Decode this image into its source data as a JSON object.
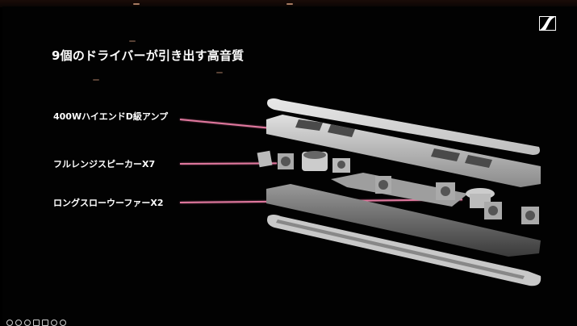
{
  "slide": {
    "title": "9個のドライバーが引き出す高音質",
    "logo": "sennheiser-logo",
    "callouts": [
      {
        "label": "400WハイエンドD級アンプ",
        "target": "amplifier-chassis"
      },
      {
        "label": "フルレンジスピーカーX7",
        "target": "full-range-speakers"
      },
      {
        "label": "ロングスローウーファーX2",
        "target": "woofers"
      }
    ],
    "diagram": "exploded soundbar view",
    "accent_color": "#e0789e"
  },
  "presenter_toolbar": {
    "icons": [
      "back-icon",
      "pen-icon",
      "pointer-icon",
      "slides-icon",
      "notes-icon",
      "zoom-out-icon",
      "more-icon"
    ]
  }
}
